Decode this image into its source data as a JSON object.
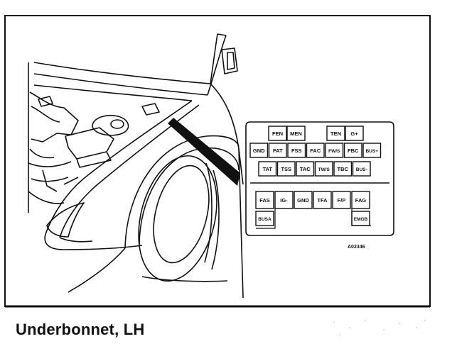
{
  "caption": "Underbonnet, LH",
  "figure_code": "A02346",
  "fuse_box": {
    "upper_rows": [
      [
        "FEN",
        "MEN",
        "",
        "TEN",
        "G+"
      ],
      [
        "GND",
        "FAT",
        "FSS",
        "FAC",
        "FW/S",
        "FBC",
        "BUS+"
      ],
      [
        "TAT",
        "TSS",
        "TAC",
        "TW/S",
        "TBC",
        "BUS-"
      ]
    ],
    "lower_rows": [
      [
        "FAS",
        "IG-",
        "GND",
        "TFA",
        "F/P",
        "FAG"
      ],
      [
        "BUSA",
        "",
        "",
        "",
        "",
        "EMGB"
      ]
    ]
  }
}
